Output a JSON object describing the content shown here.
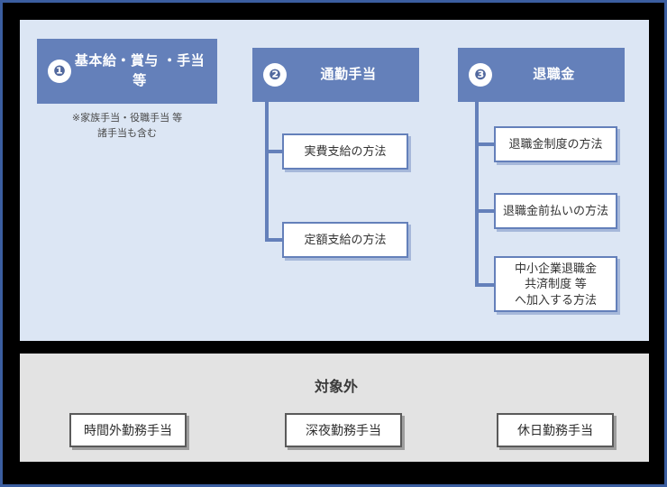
{
  "colors": {
    "frame": "#3b5ea0",
    "background": "#000000",
    "main_panel": "#dce6f4",
    "excluded_panel": "#e3e3e3",
    "accent_blue": "#6480ba",
    "box_white": "#ffffff",
    "excluded_border": "#5a5a5a"
  },
  "main_section": {
    "columns": [
      {
        "number": "❶",
        "title": "基本給・賞与\n・手当 等",
        "note": "※家族手当・役職手当 等\n諸手当も含む",
        "children": []
      },
      {
        "number": "❷",
        "title": "通勤手当",
        "note": "",
        "children": [
          {
            "label": "実費支給の方法"
          },
          {
            "label": "定額支給の方法"
          }
        ]
      },
      {
        "number": "❸",
        "title": "退職金",
        "note": "",
        "children": [
          {
            "label": "退職金制度の方法"
          },
          {
            "label": "退職金前払いの方法"
          },
          {
            "label": "中小企業退職金\n共済制度 等\nへ加入する方法"
          }
        ]
      }
    ]
  },
  "excluded_section": {
    "title": "対象外",
    "items": [
      {
        "label": "時間外勤務手当"
      },
      {
        "label": "深夜勤務手当"
      },
      {
        "label": "休日勤務手当"
      }
    ]
  }
}
